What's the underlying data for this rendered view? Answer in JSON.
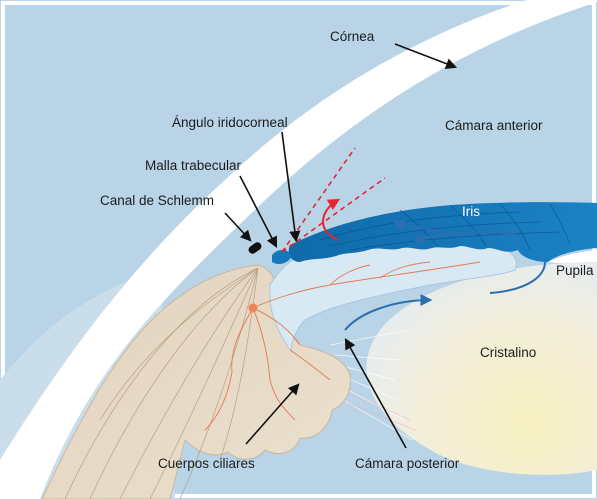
{
  "diagram": {
    "labels": {
      "cornea": "Córnea",
      "iridocorneal_angle": "Ángulo iridocorneal",
      "anterior_chamber": "Cámara anterior",
      "trabecular_mesh": "Malla trabecular",
      "schlemm_canal": "Canal de Schlemm",
      "iris": "Iris",
      "pupil": "Pupila",
      "lens": "Cristalino",
      "ciliary_bodies": "Cuerpos ciliares",
      "posterior_chamber": "Cámara posterior"
    },
    "colors": {
      "background": "#b9d4e6",
      "cornea": "#ffffff",
      "iris": "#1478bd",
      "iris_light": "#d9e9f3",
      "lens": "#f3eccf",
      "ciliary": "#e9dcc8",
      "vessels": "#e27a52",
      "flow_red": "#e2272f",
      "flow_blue": "#2c6fb0"
    }
  }
}
